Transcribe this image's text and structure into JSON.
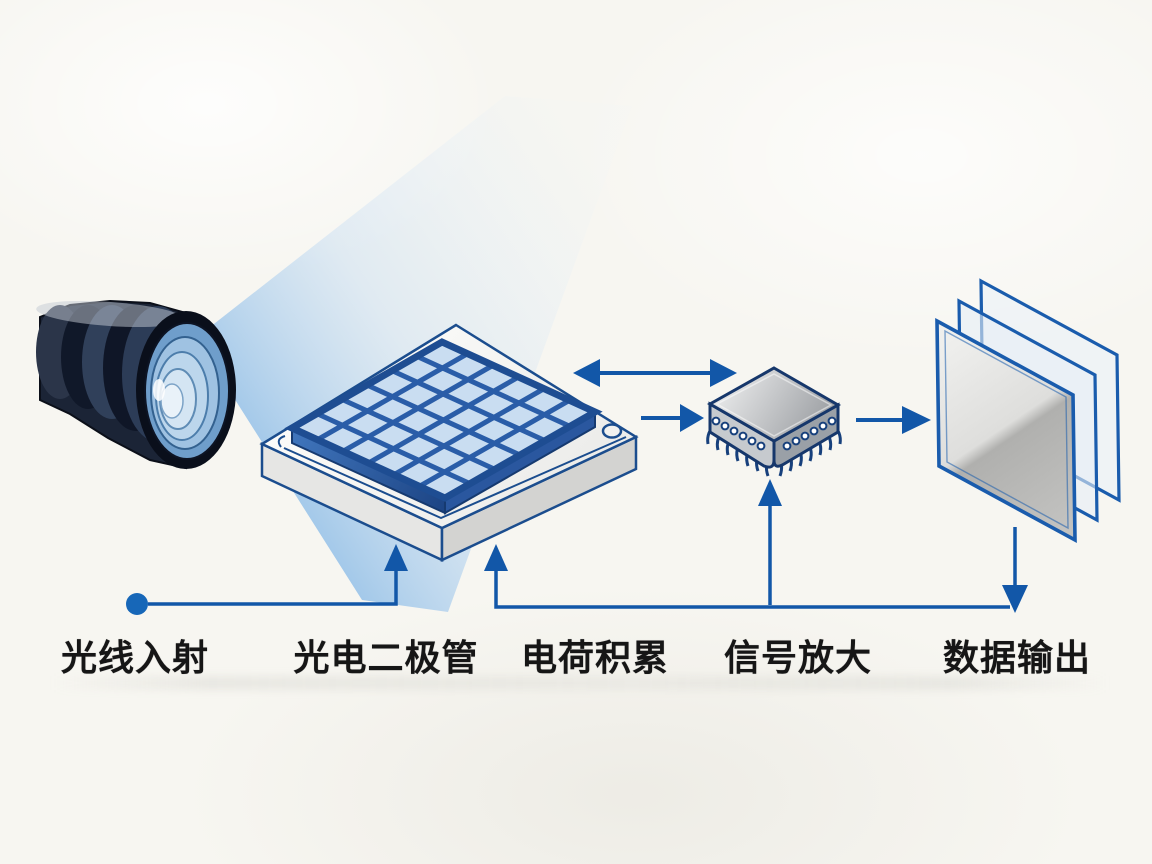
{
  "diagram": {
    "type": "image-sensor-workflow-flow-diagram",
    "stages": [
      {
        "id": "light-incidence",
        "label": "光线入射",
        "icon": "camera-lens-icon"
      },
      {
        "id": "photodiode",
        "label": "光电二极管",
        "icon": "photodiode-array-icon"
      },
      {
        "id": "charge-accumulation",
        "label": "电荷积累",
        "icon": "photodiode-array-icon"
      },
      {
        "id": "signal-amplification",
        "label": "信号放大",
        "icon": "amplifier-chip-icon"
      },
      {
        "id": "data-output",
        "label": "数据输出",
        "icon": "output-frames-icon"
      }
    ],
    "connectors": {
      "baseline_start": "光线入射",
      "up_arrows_to": [
        "光电二极管",
        "电荷积累",
        "信号放大"
      ],
      "down_arrow_from": "数据输出",
      "sensor_chip_link": "double-headed-arrow",
      "chip_output_link": "right-arrow"
    },
    "colors": {
      "accent_blue": "#1257a8",
      "outline_navy": "#163a70",
      "grid_line_blue": "#2a5da8",
      "beam_blue": "#9cc1e4",
      "background": "#f7f6f1",
      "label_text": "#161616",
      "chip_grey": "#b9bcc0"
    }
  }
}
